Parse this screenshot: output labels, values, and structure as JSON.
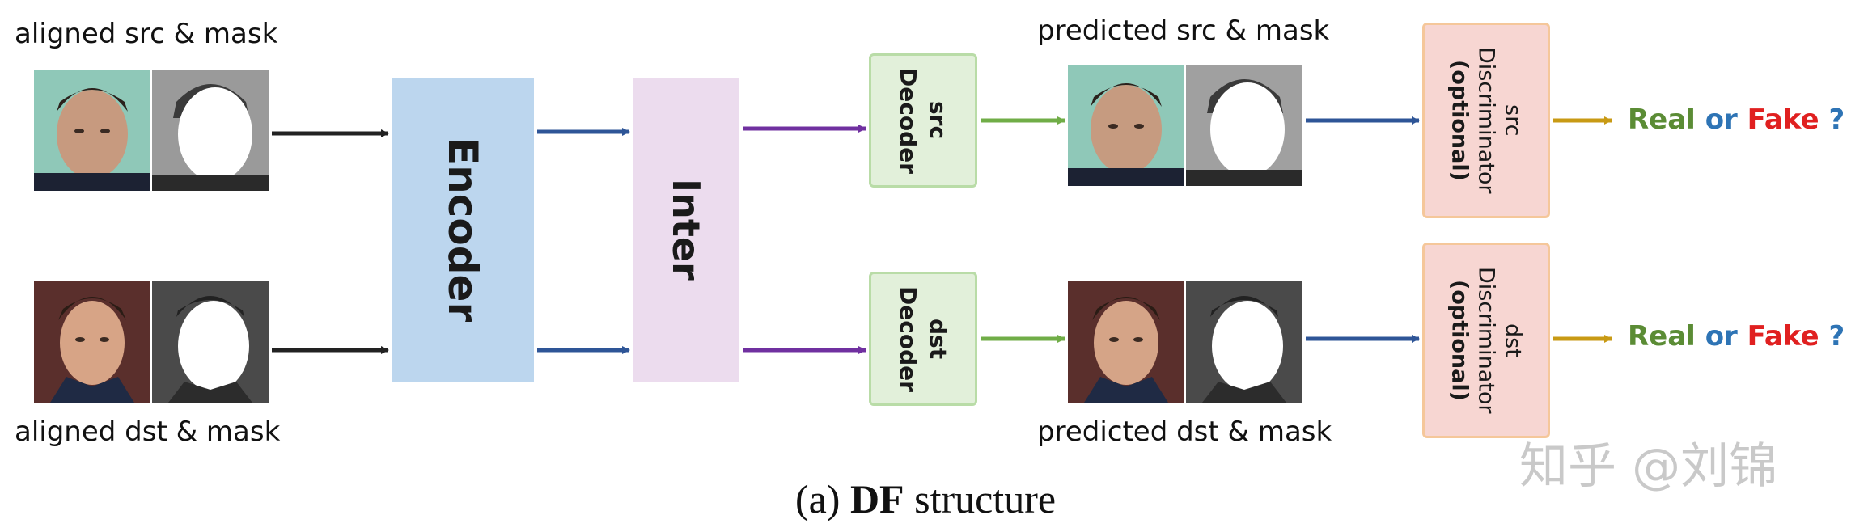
{
  "labels": {
    "aligned_src": "aligned src & mask",
    "aligned_dst": "aligned dst & mask",
    "predicted_src": "predicted src & mask",
    "predicted_dst": "predicted dst & mask"
  },
  "blocks": {
    "encoder": "Encoder",
    "inter": "Inter",
    "src_decoder_line1": "src",
    "src_decoder_line2": "Decoder",
    "dst_decoder_line1": "dst",
    "dst_decoder_line2": "Decoder",
    "src_disc_line1": "src",
    "src_disc_line2": "Discriminator",
    "src_disc_line3": "(optional)",
    "dst_disc_line1": "dst",
    "dst_disc_line2": "Discriminator",
    "dst_disc_line3": "(optional)"
  },
  "outputs": {
    "real": "Real",
    "or": "or",
    "fake": "Fake",
    "q": "?"
  },
  "caption": {
    "prefix": "(a)",
    "bold": "DF",
    "suffix": "structure"
  },
  "watermark": "知乎 @刘锦",
  "colors": {
    "encoder_fill": "#bcd6ee",
    "inter_fill": "#ecdcee",
    "decoder_fill": "#e2f0da",
    "decoder_border": "#b9dca7",
    "disc_fill": "#f7d6d2",
    "disc_border": "#f5c79a",
    "arrow_black": "#222222",
    "arrow_blue": "#2e5597",
    "arrow_purple": "#7030a0",
    "arrow_green": "#70ad47",
    "arrow_gold": "#c89a14",
    "real_green": "#5b8c35",
    "or_blue": "#2e74b5",
    "fake_red": "#e02020",
    "q_blue": "#2e74b5"
  }
}
